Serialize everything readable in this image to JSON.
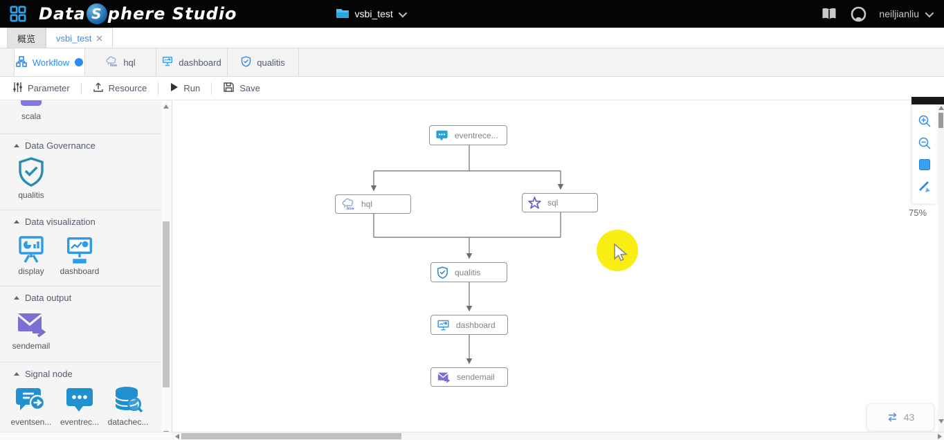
{
  "header": {
    "logo": {
      "part1": "Data",
      "sphere_letter": "S",
      "part2": "phere Studio"
    },
    "project": {
      "name": "vsbi_test"
    },
    "user": {
      "name": "neiljianliu"
    }
  },
  "tabs_row1": [
    {
      "label": "概览",
      "active": false
    },
    {
      "label": "vsbi_test",
      "active": true,
      "closable": true
    }
  ],
  "workflow_tabs": [
    {
      "label": "Workflow",
      "icon": "workflow-icon",
      "active": true
    },
    {
      "label": "hql",
      "icon": "hive-icon",
      "active": false
    },
    {
      "label": "dashboard",
      "icon": "monitor-icon",
      "active": false
    },
    {
      "label": "qualitis",
      "icon": "shield-check-icon",
      "active": false
    }
  ],
  "toolbar": {
    "parameter_label": "Parameter",
    "resource_label": "Resource",
    "run_label": "Run",
    "save_label": "Save"
  },
  "sidebar": {
    "partial_item_label": "scala",
    "sections": [
      {
        "title": "Data Governance",
        "items": [
          {
            "label": "qualitis",
            "icon": "shield-check-icon"
          }
        ]
      },
      {
        "title": "Data visualization",
        "items": [
          {
            "label": "display",
            "icon": "easel-chart-icon"
          },
          {
            "label": "dashboard",
            "icon": "monitor-chart-icon"
          }
        ]
      },
      {
        "title": "Data output",
        "items": [
          {
            "label": "sendemail",
            "icon": "send-mail-icon"
          }
        ]
      },
      {
        "title": "Signal node",
        "items": [
          {
            "label": "eventsen...",
            "icon": "event-sender-icon"
          },
          {
            "label": "eventrec...",
            "icon": "event-receiver-icon"
          },
          {
            "label": "datachec...",
            "icon": "data-checker-icon"
          }
        ]
      }
    ]
  },
  "canvas": {
    "nodes": [
      {
        "label": "eventrece...",
        "icon": "event-receiver-icon"
      },
      {
        "label": "hql",
        "icon": "hive-icon"
      },
      {
        "label": "sql",
        "icon": "spark-star-icon"
      },
      {
        "label": "qualitis",
        "icon": "shield-check-icon"
      },
      {
        "label": "dashboard",
        "icon": "monitor-chart-icon"
      },
      {
        "label": "sendemail",
        "icon": "send-mail-icon"
      }
    ],
    "zoom_level": "75%",
    "edge_counter": "43"
  },
  "colors": {
    "accent_blue": "#2d8cf0",
    "icon_blue": "#2196d0",
    "icon_teal": "#2a8bb0",
    "icon_purple": "#7b6fd4",
    "hive_periwinkle": "#93a4dc",
    "spark_indigo": "#5d62c4",
    "highlight_yellow": "#f8ee12",
    "header_black": "#050505"
  }
}
